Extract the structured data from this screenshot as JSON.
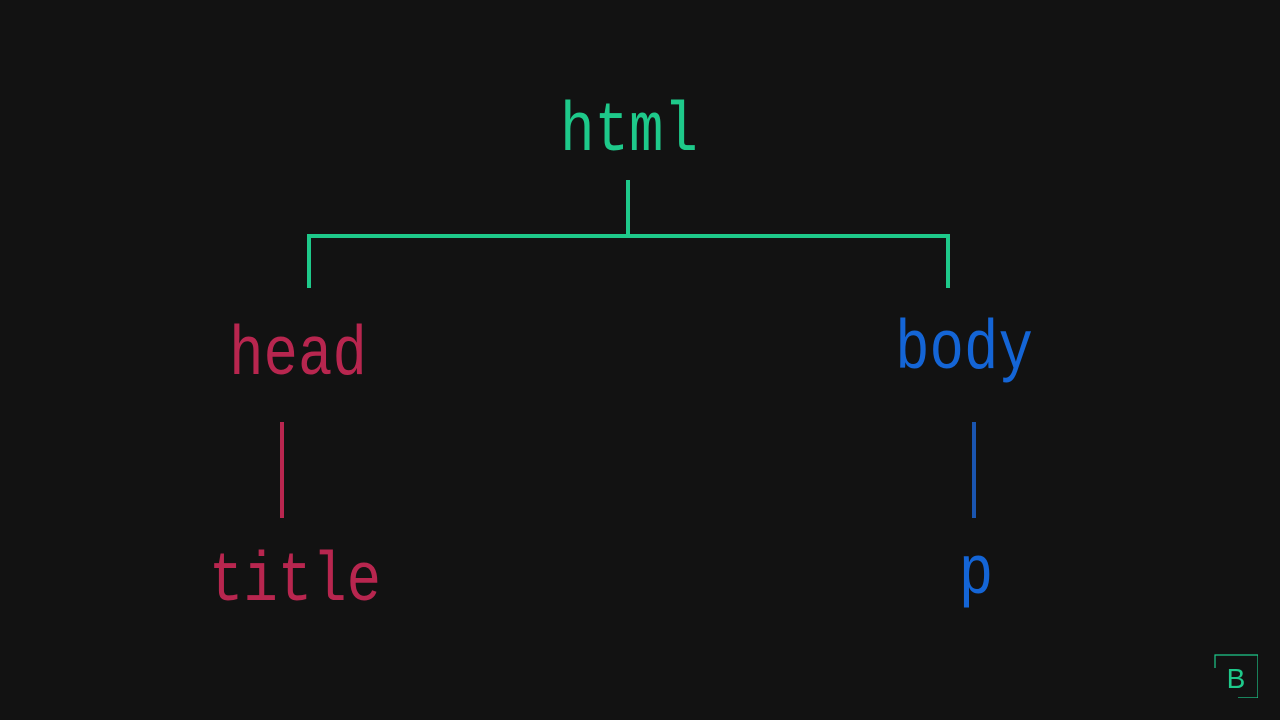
{
  "diagram": {
    "type": "tree",
    "root": {
      "label": "html",
      "color": "#1ec98a",
      "children": [
        {
          "label": "head",
          "color": "#b8264f",
          "children": [
            {
              "label": "title",
              "color": "#b8264f"
            }
          ]
        },
        {
          "label": "body",
          "color": "#1465d6",
          "children": [
            {
              "label": "p",
              "color": "#1465d6"
            }
          ]
        }
      ]
    }
  },
  "connector_colors": {
    "html": "#1ec98a",
    "head": "#b8264f",
    "body": "#1a55b0"
  },
  "logo": {
    "letter": "B",
    "color": "#1ec98a"
  },
  "background": "#121212"
}
